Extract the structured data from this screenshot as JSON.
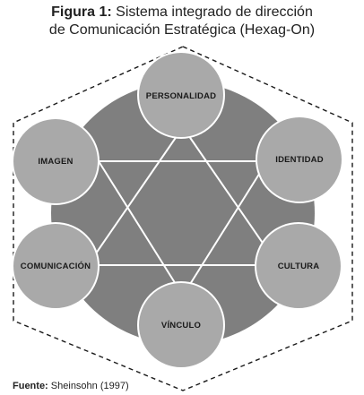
{
  "figure": {
    "label": "Figura 1:",
    "title_line1": "Sistema integrado de dirección",
    "title_line2": "de Comunicación Estratégica (Hexag-On)"
  },
  "nodes": {
    "top": "PERSONALIDAD",
    "upper_left": "IMAGEN",
    "upper_right": "IDENTIDAD",
    "lower_left": "COMUNICACIÓN",
    "lower_right": "CULTURA",
    "bottom": "VÍNCULO"
  },
  "source": {
    "label": "Fuente:",
    "text": "Sheinsohn (1997)"
  },
  "colors": {
    "hexagon_fill": "#7f7f7f",
    "node_fill": "#a9a9a9",
    "node_stroke": "#ffffff",
    "star_lines": "#ffffff",
    "outline": "#1a1a1a"
  }
}
